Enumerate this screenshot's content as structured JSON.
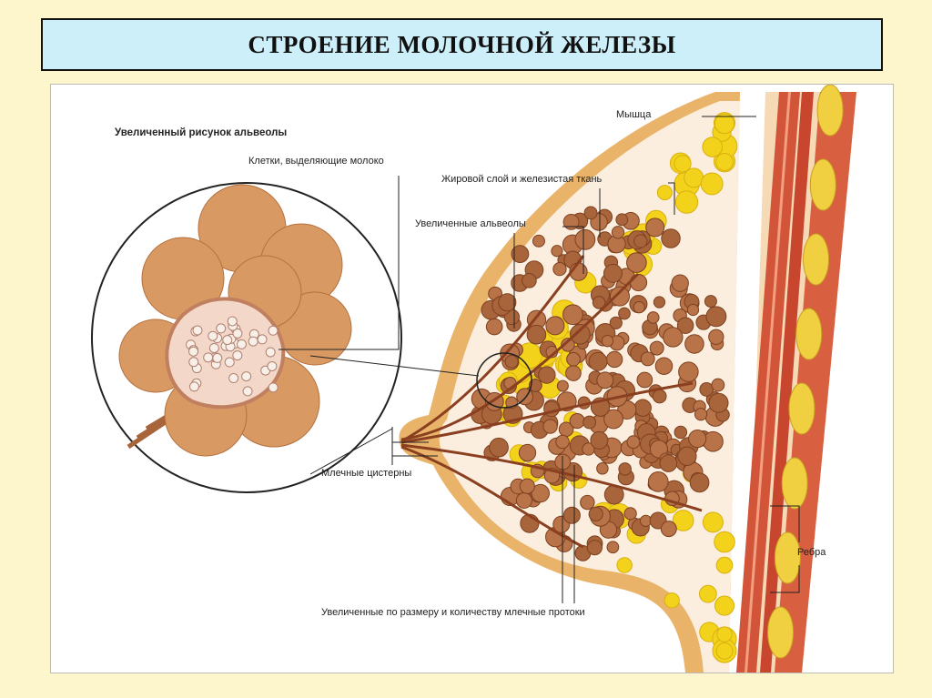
{
  "slide": {
    "title": "СТРОЕНИЕ МОЛОЧНОЙ ЖЕЛЕЗЫ"
  },
  "diagram": {
    "labels": {
      "alveolus_zoom": "Увеличенный рисунок альвеолы",
      "milk_cells": "Клетки, выделяющие молоко",
      "muscle": "Мышца",
      "fat_gland": "Жировой слой и железистая ткань",
      "alveoli": "Увеличенные альвеолы",
      "cisterns": "Млечные цистерны",
      "ribs": "Ребра",
      "ducts": "Увеличенные по размеру и количеству млечные протоки"
    },
    "colors": {
      "background": "#fdf6cc",
      "title_box": "#cdeff9",
      "fat": "#f2d21a",
      "gland": "#a8643a",
      "muscle": "#d2553a",
      "skin": "#e9b46a"
    }
  }
}
